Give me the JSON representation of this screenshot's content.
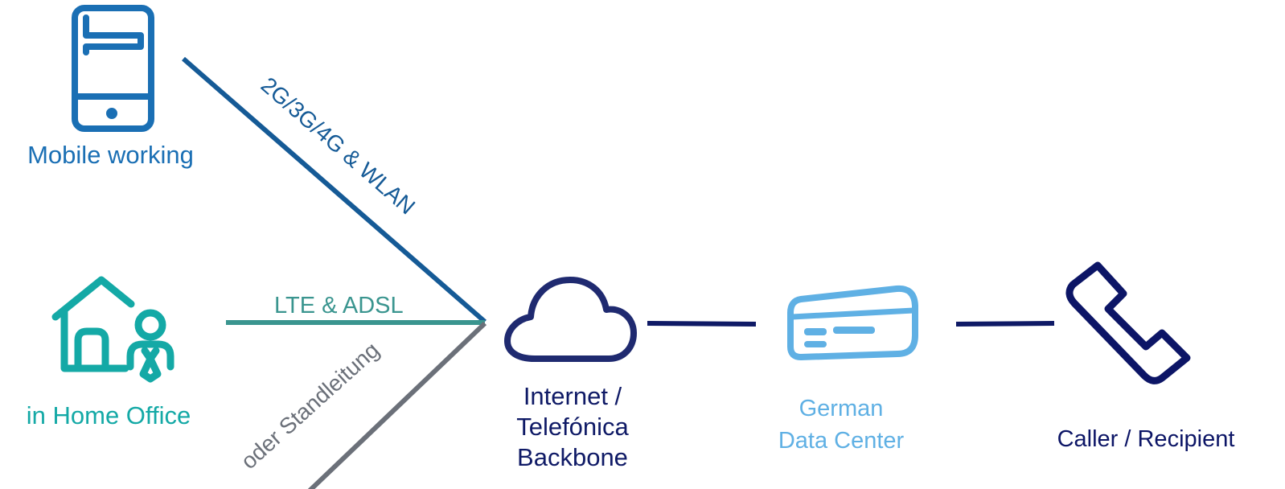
{
  "nodes": {
    "mobile": {
      "label": "Mobile working",
      "icon": "smartphone-icon"
    },
    "home_office": {
      "label": "in Home Office",
      "icon": "home-office-icon"
    },
    "internet": {
      "label_lines": [
        "Internet /",
        "Telefónica",
        "Backbone"
      ],
      "icon": "cloud-icon"
    },
    "data_center": {
      "label_lines": [
        "German",
        "Data Center"
      ],
      "icon": "server-icon"
    },
    "caller": {
      "label": "Caller / Recipient",
      "icon": "phone-handset-icon"
    }
  },
  "links": {
    "mobile": {
      "label": "2G/3G/4G & WLAN"
    },
    "home_office": {
      "label": "LTE & ADSL"
    },
    "leased_line": {
      "label": "oder Standleitung"
    }
  },
  "colors": {
    "mobile": "#1a6fb4",
    "mobile_link": "#155a96",
    "home_office": "#14a9a6",
    "home_office_link": "#3a958f",
    "leased_line": "#6b7079",
    "backbone": "#0f1a66",
    "data_center": "#5fb0e4",
    "caller": "#0c1566"
  }
}
